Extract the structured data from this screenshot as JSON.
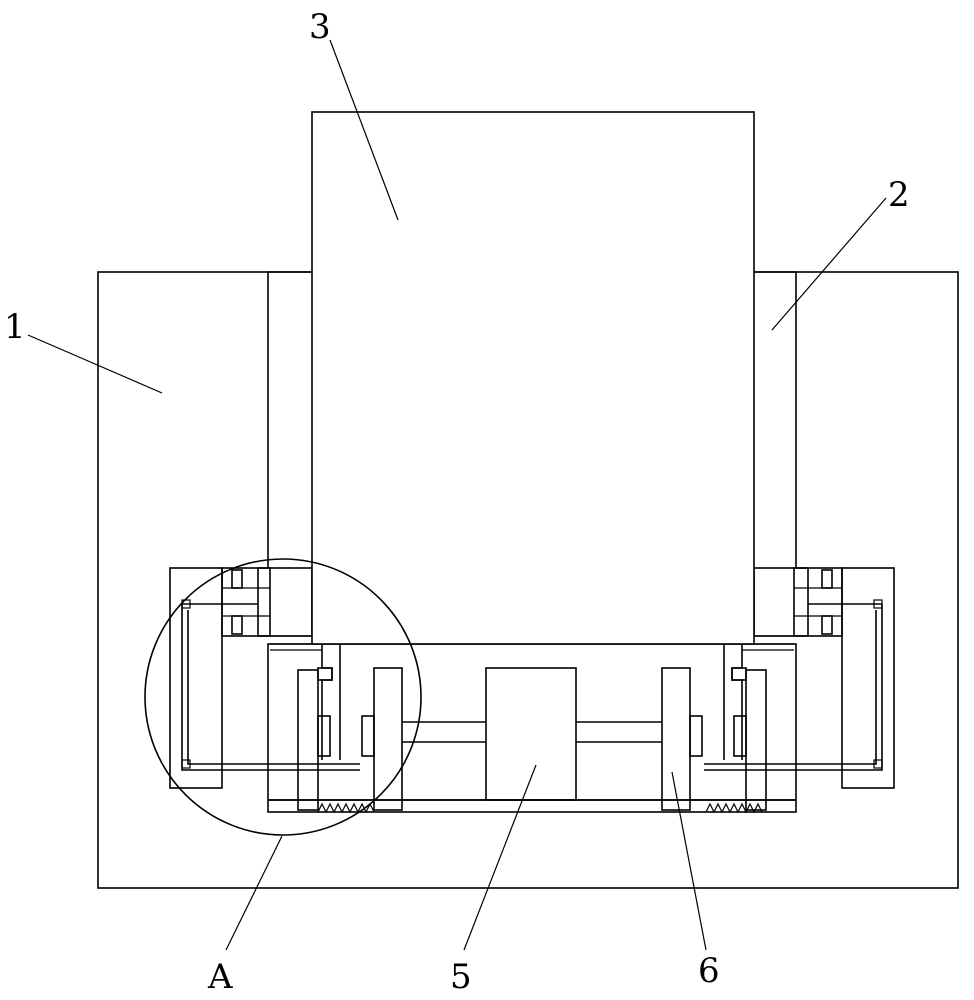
{
  "figure": {
    "labels": {
      "part_1": "1",
      "part_2": "2",
      "part_3": "3",
      "part_5": "5",
      "part_6": "6",
      "detail_A": "A"
    }
  }
}
